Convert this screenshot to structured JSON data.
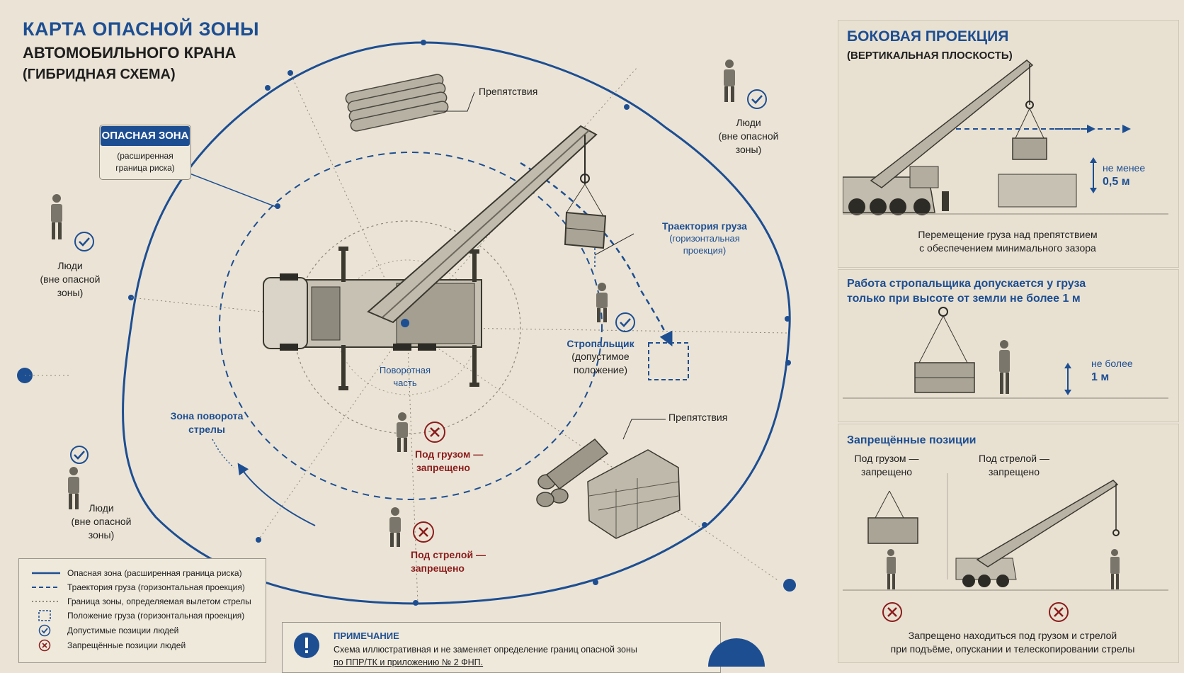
{
  "header": {
    "title_line1": "КАРТА ОПАСНОЙ ЗОНЫ",
    "title_line2": "АВТОМОБИЛЬНОГО КРАНА",
    "title_line3": "(ГИБРИДНАЯ СХЕМА)"
  },
  "zone_callout": {
    "badge": "ОПАСНАЯ ЗОНА",
    "sub1": "(расширенная",
    "sub2": "граница риска)"
  },
  "map_labels": {
    "obstacles_top": "Препятствия",
    "obstacles_bottom": "Препятствия",
    "people_top_right": [
      "Люди",
      "(вне опасной",
      "зоны)"
    ],
    "people_left": [
      "Люди",
      "(вне опасной",
      "зоны)"
    ],
    "people_bottom_left": [
      "Люди",
      "(вне опасной",
      "зоны)"
    ],
    "trajectory": [
      "Траектория груза",
      "(горизонтальная",
      "проекция)"
    ],
    "slinger": [
      "Стропальщик",
      "(допустимое",
      "положение)"
    ],
    "rotating": [
      "Поворотная",
      "часть"
    ],
    "boom_zone": [
      "Зона поворота",
      "стрелы"
    ],
    "under_load": [
      "Под грузом —",
      "запрещено"
    ],
    "under_boom": [
      "Под стрелой —",
      "запрещено"
    ]
  },
  "legend": {
    "items": [
      {
        "label": "Опасная зона (расширенная граница риска)",
        "symbol": "solid-line"
      },
      {
        "label": "Траектория груза (горизонтальная проекция)",
        "symbol": "dashed-line"
      },
      {
        "label": "Граница зоны, определяемая вылетом стрелы",
        "symbol": "dotted-line"
      },
      {
        "label": "Положение груза (горизонтальная проекция)",
        "symbol": "dashed-square"
      },
      {
        "label": "Допустимые позиции людей",
        "symbol": "check-icon"
      },
      {
        "label": "Запрещённые позиции людей",
        "symbol": "cross-icon"
      }
    ]
  },
  "note": {
    "heading": "ПРИМЕЧАНИЕ",
    "line1": "Схема иллюстративная и не заменяет определение границ опасной зоны",
    "line2": "по ППР/ТК и приложению № 2 ФНП."
  },
  "side_view": {
    "title": "БОКОВАЯ ПРОЕКЦИЯ",
    "subtitle": "(ВЕРТИКАЛЬНАЯ ПЛОСКОСТЬ)",
    "clearance_label": [
      "не менее",
      "0,5 м"
    ],
    "caption": [
      "Перемещение груза над препятствием",
      "с обеспечением минимального зазора"
    ]
  },
  "slinger_panel": {
    "title": [
      "Работа стропальщика допускается у груза",
      "только при высоте от земли не более 1 м"
    ],
    "height_label": [
      "не более",
      "1 м"
    ]
  },
  "forbidden_panel": {
    "title": "Запрещённые позиции",
    "under_load": [
      "Под грузом —",
      "запрещено"
    ],
    "under_boom": [
      "Под стрелой —",
      "запрещено"
    ],
    "caption": [
      "Запрещено находиться под грузом и стрелой",
      "при подъёме, опускании и телескопировании стрелы"
    ]
  },
  "colors": {
    "accent": "#1d4e92",
    "forbidden": "#8b1c1c",
    "background": "#ebe4d6"
  }
}
